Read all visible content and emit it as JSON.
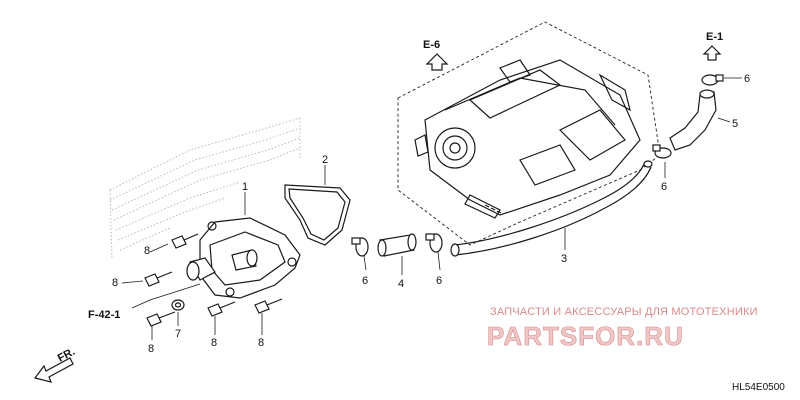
{
  "references": {
    "e6": "E-6",
    "e1": "E-1",
    "f42": "F-42-1",
    "fr": "FR."
  },
  "callouts": {
    "p1": "1",
    "p2": "2",
    "p3": "3",
    "p4": "4",
    "p5": "5",
    "p6_top": "6",
    "p6_mid": "6",
    "p6_clamp_left": "6",
    "p6_clamp_right": "6",
    "p7": "7",
    "p8_upper": "8",
    "p8_mid": "8",
    "p8_low_left": "8",
    "p8_low_mid": "8",
    "p8_low_right": "8"
  },
  "watermark": {
    "tagline": "ЗАПЧАСТИ И АКСЕССУАРЫ ДЛЯ МОТОТЕХНИКИ",
    "brand": "PARTSFOR.RU"
  },
  "diagram_code": "HL54E0500",
  "colors": {
    "line": "#1a1a1a",
    "watermark": "#d98a8a",
    "hatch": "#b9b9b9"
  }
}
